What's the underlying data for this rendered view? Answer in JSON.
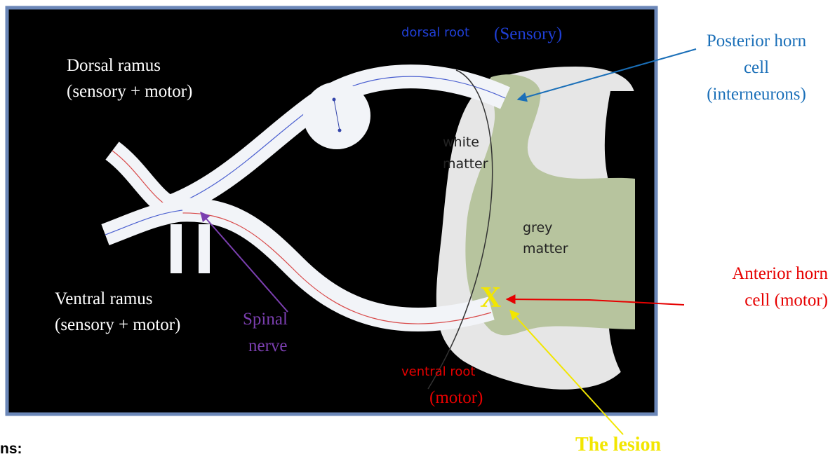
{
  "labels": {
    "dorsal_root": "dorsal root",
    "sensory": "(Sensory)",
    "dorsal_ramus_line1": "Dorsal ramus",
    "dorsal_ramus_line2": "(sensory + motor)",
    "posterior_line1": "Posterior horn",
    "posterior_line2": "cell",
    "posterior_line3": "(interneurons)",
    "white_line1": "white",
    "white_line2": "matter",
    "grey_line1": "grey",
    "grey_line2": "matter",
    "anterior_line1": "Anterior horn",
    "anterior_line2": "cell (motor)",
    "lesion_mark": "X",
    "ventral_ramus_line1": "Ventral ramus",
    "ventral_ramus_line2": "(sensory + motor)",
    "spinal_line1": "Spinal",
    "spinal_line2": "nerve",
    "ventral_root": "ventral root",
    "motor": "(motor)",
    "lesion_caption": "The lesion",
    "cut_heading": "ns:"
  },
  "colors": {
    "background": "#000000",
    "frame": "#6b87b8",
    "nerve": "#f2f4f8",
    "white_matter": "#e6e6e6",
    "grey_matter": "#b7c49e",
    "sensory_blue": "#1f3fd6",
    "posterior_arrow": "#1a6fb8",
    "anterior_red": "#e60000",
    "lesion_yellow": "#f2e600",
    "spinal_purple": "#7b3fb0"
  }
}
